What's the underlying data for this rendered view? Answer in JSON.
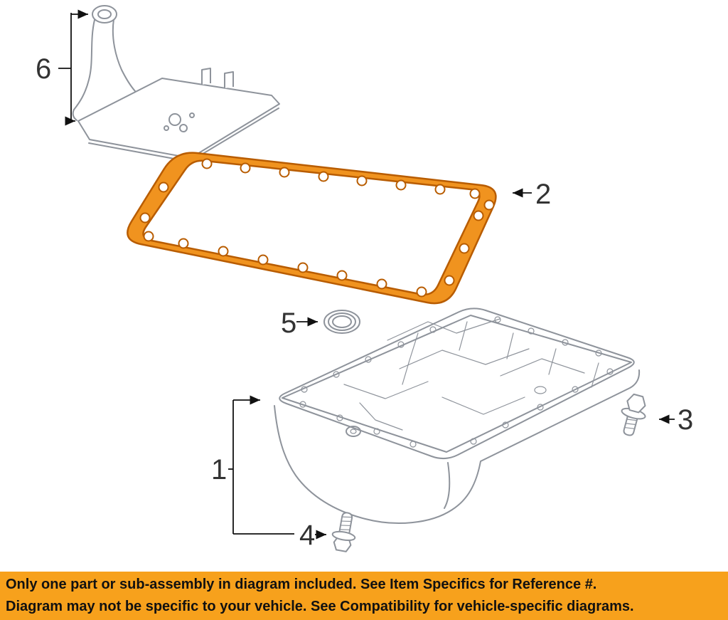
{
  "diagram": {
    "parts": [
      {
        "ref": "1",
        "name": "transmission-oil-pan"
      },
      {
        "ref": "2",
        "name": "oil-pan-gasket-highlighted"
      },
      {
        "ref": "3",
        "name": "pan-bolt-right"
      },
      {
        "ref": "4",
        "name": "pan-bolt-bottom"
      },
      {
        "ref": "5",
        "name": "seal-ring"
      },
      {
        "ref": "6",
        "name": "transmission-filter-with-pickup-tube"
      }
    ]
  },
  "colors": {
    "highlight_orange": "#F0931F",
    "highlight_outline": "#B85C00",
    "line_gray": "#8E939B",
    "label_color": "#333333",
    "arrow_color": "#111111",
    "banner_background": "#F7A11C",
    "banner_text": "#111111"
  },
  "banner": {
    "line1": "Only one part or sub-assembly in diagram included. See Item Specifics for Reference #.",
    "line2": "Diagram may not be specific to your vehicle. See Compatibility for vehicle-specific diagrams."
  }
}
